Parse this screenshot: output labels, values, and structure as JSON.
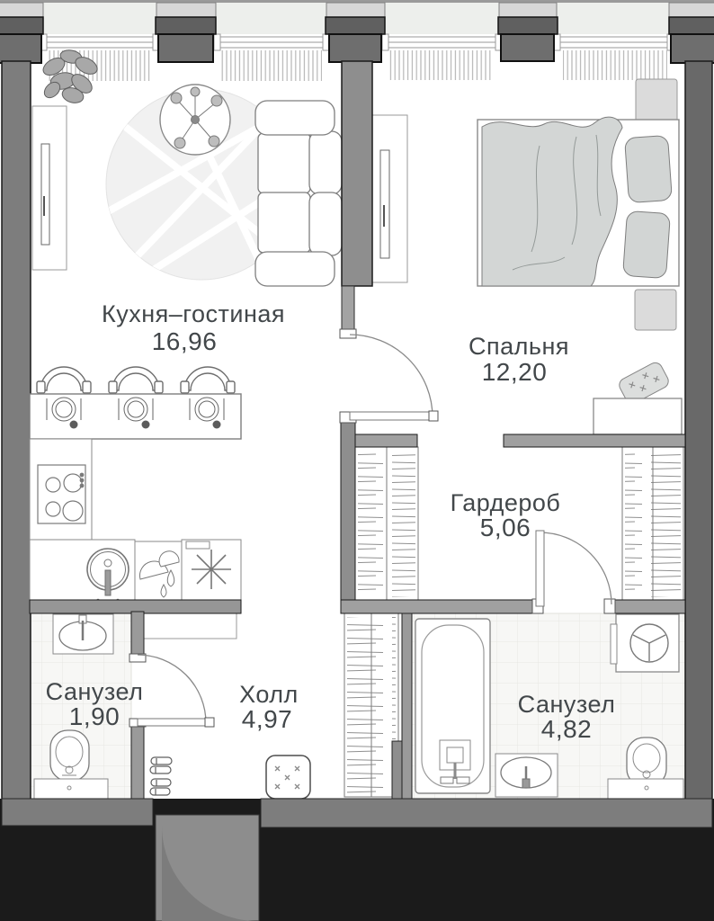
{
  "rooms": {
    "kitchen_living": {
      "label": "Кухня–гостиная",
      "area": "16,96"
    },
    "bedroom": {
      "label": "Спальня",
      "area": "12,20"
    },
    "wardrobe": {
      "label": "Гардероб",
      "area": "5,06"
    },
    "bathroom_small": {
      "label": "Санузел",
      "area": "1,90"
    },
    "hall": {
      "label": "Холл",
      "area": "4,97"
    },
    "bathroom_big": {
      "label": "Санузел",
      "area": "4,82"
    }
  },
  "colors": {
    "exterior_wall_black": "#1b1b1b",
    "exterior_wall_gray": "#7d7d7d",
    "interior_wall": "#8e8e8e",
    "partition": "#a0a0a0",
    "pillar_dark": "#606060",
    "pillar_light": "#d7d7d7",
    "glass_band": "#edefec",
    "tile_floor": "#f7f7f5",
    "rug": "#f1f1f1",
    "textile": "#d3d6d5",
    "label_text": "#42474a"
  }
}
